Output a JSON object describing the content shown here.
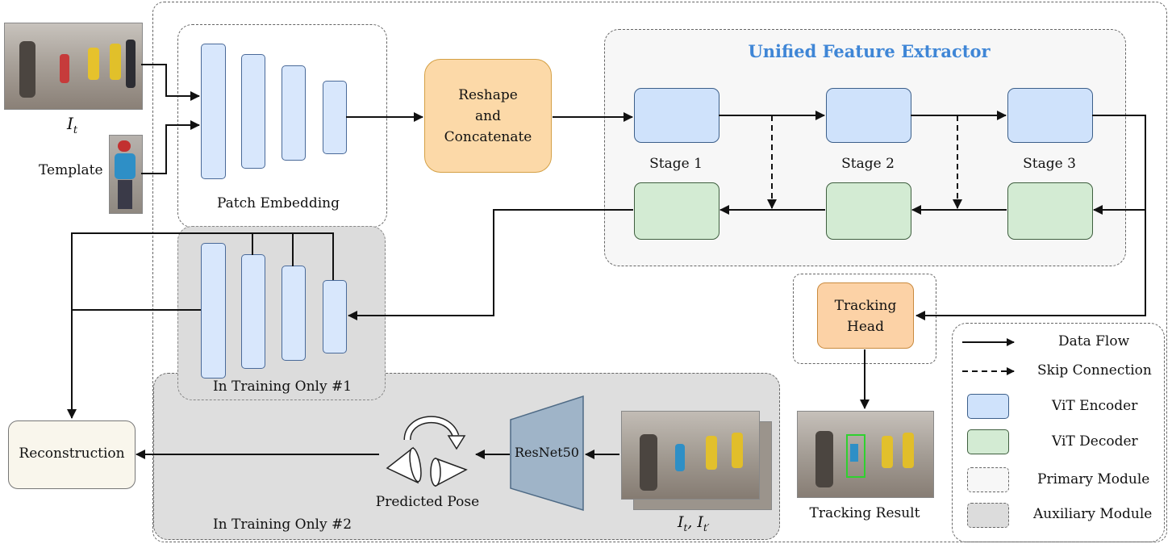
{
  "input_labels": {
    "frame": "I",
    "frame_sub": "t",
    "template": "Template"
  },
  "patch_embedding": {
    "label": "Patch Embedding"
  },
  "reshape": {
    "label_line1": "Reshape",
    "label_line2": "and",
    "label_line3": "Concatenate"
  },
  "extractor": {
    "title": "Unified Feature Extractor",
    "stage1": "Stage 1",
    "stage2": "Stage 2",
    "stage3": "Stage 3"
  },
  "training1": {
    "label": "In Training Only #1"
  },
  "training2": {
    "label": "In Training Only #2"
  },
  "tracking_head": {
    "line1": "Tracking",
    "line2": "Head"
  },
  "tracking_result": {
    "label": "Tracking Result"
  },
  "reconstruction": {
    "label": "Reconstruction"
  },
  "pose": {
    "label": "Predicted Pose"
  },
  "resnet": {
    "label": "ResNet50"
  },
  "pair_labels": {
    "text": "I",
    "sub1": "t",
    "sep": ", I",
    "sub2": "t′"
  },
  "legend": {
    "data_flow": "Data Flow",
    "skip": "Skip Connection",
    "vit_encoder": "ViT Encoder",
    "vit_decoder": "ViT Decoder",
    "primary": "Primary Module",
    "auxiliary": "Auxiliary Module"
  },
  "colors": {
    "encoder": "#cfe2fb",
    "decoder": "#d3ebd3",
    "reshape": "#fcd9a8",
    "tracking_head": "#fcd2a6",
    "auxiliary": "#dedede",
    "title": "#3f86d6"
  }
}
